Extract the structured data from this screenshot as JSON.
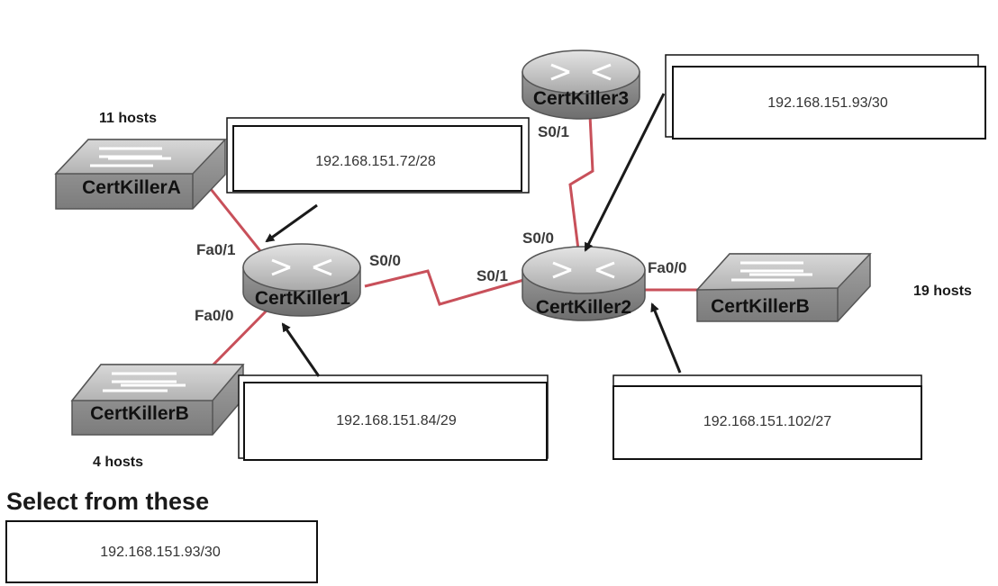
{
  "devices": {
    "router1": "CertKiller1",
    "router2": "CertKiller2",
    "router3": "CertKiller3",
    "switch_a": "CertKillerA",
    "switch_b_left": "CertKillerB",
    "switch_b_right": "CertKillerB"
  },
  "hosts": {
    "switch_a": "11 hosts",
    "switch_b_left": "4 hosts",
    "switch_b_right": "19 hosts"
  },
  "ports": {
    "r1_fa01": "Fa0/1",
    "r1_fa00": "Fa0/0",
    "r1_s00": "S0/0",
    "r2_s01": "S0/1",
    "r2_s00": "S0/0",
    "r2_fa00": "Fa0/0",
    "r3_s01": "S0/1"
  },
  "drop_targets": {
    "switch_a_lan": "192.168.151.72/28",
    "r3_r2_link": "192.168.151.93/30",
    "switch_b_left_lan": "192.168.151.84/29",
    "switch_b_right_lan": "192.168.151.102/27"
  },
  "selection": {
    "heading": "Select from these",
    "options": [
      "192.168.151.93/30"
    ]
  },
  "colors": {
    "link_red": "#c8505a",
    "arrow": "#1a1a1a",
    "device_gray": "#a8a8a8"
  }
}
